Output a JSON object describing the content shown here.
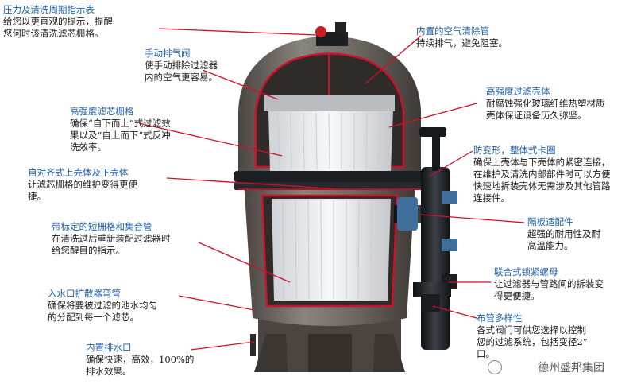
{
  "annotations": [
    {
      "key": "gauge",
      "title": "压力及清洗周期指示表",
      "desc": "给您以更直观的提示，提醒\n您何时该清洗滤芯栅格。"
    },
    {
      "key": "manual_vent",
      "title": "手动排气阀",
      "desc": "使手动排除过滤器\n内的空气更容易。"
    },
    {
      "key": "cartridge",
      "title": "高强度滤芯栅格",
      "desc": "确保“自下而上”式过滤效\n果以及“自上而下”式反冲\n洗效率。"
    },
    {
      "key": "self_align",
      "title": "自对齐式上壳体及下壳体",
      "desc": "让滤芯栅格的维护变得更便\n捷。"
    },
    {
      "key": "short_grid",
      "title": "带标定的短栅格和集合管",
      "desc": "在清洗过后重新装配过滤器时\n给您醒目的指示。"
    },
    {
      "key": "inlet",
      "title": "入水口扩散器弯管",
      "desc": "确保将要被过滤的池水均匀\n的分配到每一个滤芯。"
    },
    {
      "key": "drain",
      "title": "内置排水口",
      "desc": "确保快速，高效，100%的\n排水效果。"
    },
    {
      "key": "air_relief",
      "title": "内置的空气清除管",
      "desc": "持续排气，避免阻塞。"
    },
    {
      "key": "shell",
      "title": "高强度过滤壳体",
      "desc": "耐腐蚀强化玻璃纤维热塑材质\n壳体保证设备历久弥坚。"
    },
    {
      "key": "clamp",
      "title": "防变形，整体式卡圈",
      "desc": "确保上壳体与下壳体的紧密连接，\n在维护及清洗内部部件时可以方便\n快速地拆装壳体无需涉及其他管路\n连接件。"
    },
    {
      "key": "bulkhead",
      "title": "隔板适配件",
      "desc": "超强的耐用性及耐\n高温能力。"
    },
    {
      "key": "union",
      "title": "联合式锁紧螺母",
      "desc": "让过滤器与管路间的拆装变\n得更便捷。"
    },
    {
      "key": "plumbing",
      "title": "布管多样性",
      "desc": "各式阀门可供您选择以控制\n您的过滤系统，包括变径2”\n口。"
    }
  ],
  "watermark": "德州盛邦集团",
  "colors": {
    "title": "#1f5fa8",
    "leader": "#d0102a",
    "tank": "#6b6560",
    "pipe": "#1e2226"
  }
}
